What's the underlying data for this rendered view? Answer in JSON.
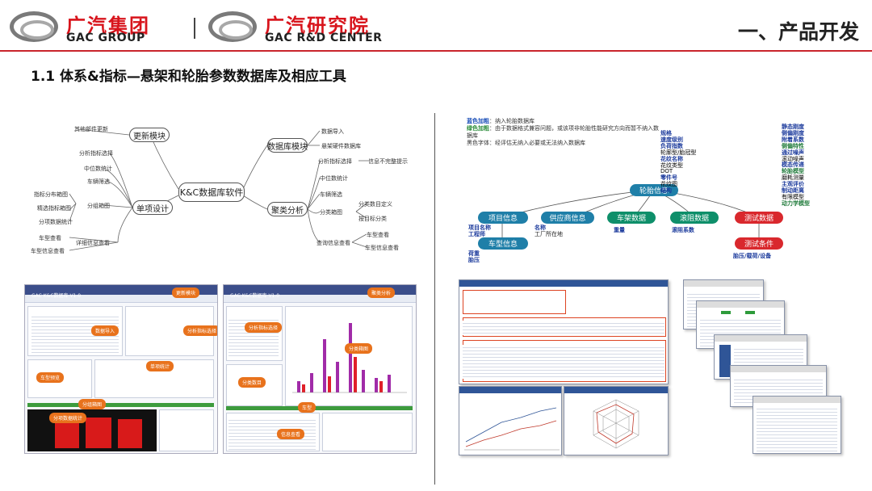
{
  "header": {
    "logo1_cn": "广汽集团",
    "logo1_en": "GAC GROUP",
    "logo2_cn": "广汽研究院",
    "logo2_en": "GAC R&D CENTER",
    "title": "一、产品开发"
  },
  "section_title": "1.1 体系&指标—悬架和轮胎参数数据库及相应工具",
  "mindmap": {
    "center": "K&C数据库软件",
    "nodes": {
      "update": "更新模块",
      "single": "单项设计",
      "database": "数据库模块",
      "cluster": "聚类分析"
    },
    "leaves": {
      "update_1": "其他部件更新",
      "single_1": "分析指标选择",
      "single_2": "中位数统计",
      "single_3": "车辆筛选",
      "single_4": "指标分布箱图",
      "single_5": "精选指标箱图",
      "single_6": "分项数据统计",
      "single_7": "分组箱图",
      "single_8": "车型查看",
      "single_9": "详细信息查看",
      "single_10": "车型信息查看",
      "db_1": "数据导入",
      "db_2": "悬架硬件数据库",
      "cl_1": "分析指标选择",
      "cl_2": "信息不完整提示",
      "cl_3": "中位数统计",
      "cl_4": "车辆筛选",
      "cl_5": "分类箱图",
      "cl_6": "分类数目定义",
      "cl_7": "按目标分类",
      "cl_8": "车型查看",
      "cl_9": "查询信息查看",
      "cl_10": "车型信息查看"
    }
  },
  "shot_left": {
    "title": "GAC K&C数据库 V1.0",
    "tags": [
      "更新模块",
      "数据导入",
      "分析指标选择",
      "车型预览",
      "分组箱图",
      "单项统计",
      "分项数据统计"
    ]
  },
  "shot_mid": {
    "title": "GAC K&C数据库 V1.0",
    "tags": [
      "聚类分析",
      "分析指标选择",
      "分类箱图",
      "分类数目",
      "车型",
      "信息查看"
    ]
  },
  "legend": {
    "l1_key": "蓝色加粗",
    "l1_text": "：纳入轮胎数据库",
    "l2_key": "绿色加粗",
    "l2_text": "：由于数据格式兼容问题，或该项非轮胎性能研究方向而暂不纳入数据库",
    "l3_key": "黑色字体",
    "l3_text": "：经评估无纳入必要或无法纳入数据库"
  },
  "tire": {
    "root": "轮胎信息",
    "project": "项目信息",
    "supplier": "供应商信息",
    "wheel": "车架数据",
    "roll": "滚阻数据",
    "test": "测试数据",
    "vehicle": "车型信息",
    "test_cond": "测试条件",
    "project_items": [
      "项目名称",
      "工程师"
    ],
    "supplier_items": [
      "名称",
      "工厂所在地"
    ],
    "wheel_items": [
      "重量"
    ],
    "roll_items": [
      "滚阻系数"
    ],
    "vehicle_items": [
      "荷重",
      "胎压"
    ],
    "test_cond_items": [
      "胎压/载荷/设备"
    ],
    "mid_list": [
      "规格",
      "速度级别",
      "负荷指数",
      "轮廓型/胎冠型",
      "花纹名称",
      "花纹类型",
      "DOT",
      "零件号",
      "花纹图",
      "结构"
    ],
    "right_list": [
      "静态刚度",
      "侧偏刚度",
      "附着系数",
      "侧偏特性",
      "通过噪声",
      "滚动噪声",
      "模态传递",
      "轮胎模型",
      "磨耗测量",
      "主观评价",
      "制动距离",
      "有限模型",
      "动力学模型"
    ]
  }
}
